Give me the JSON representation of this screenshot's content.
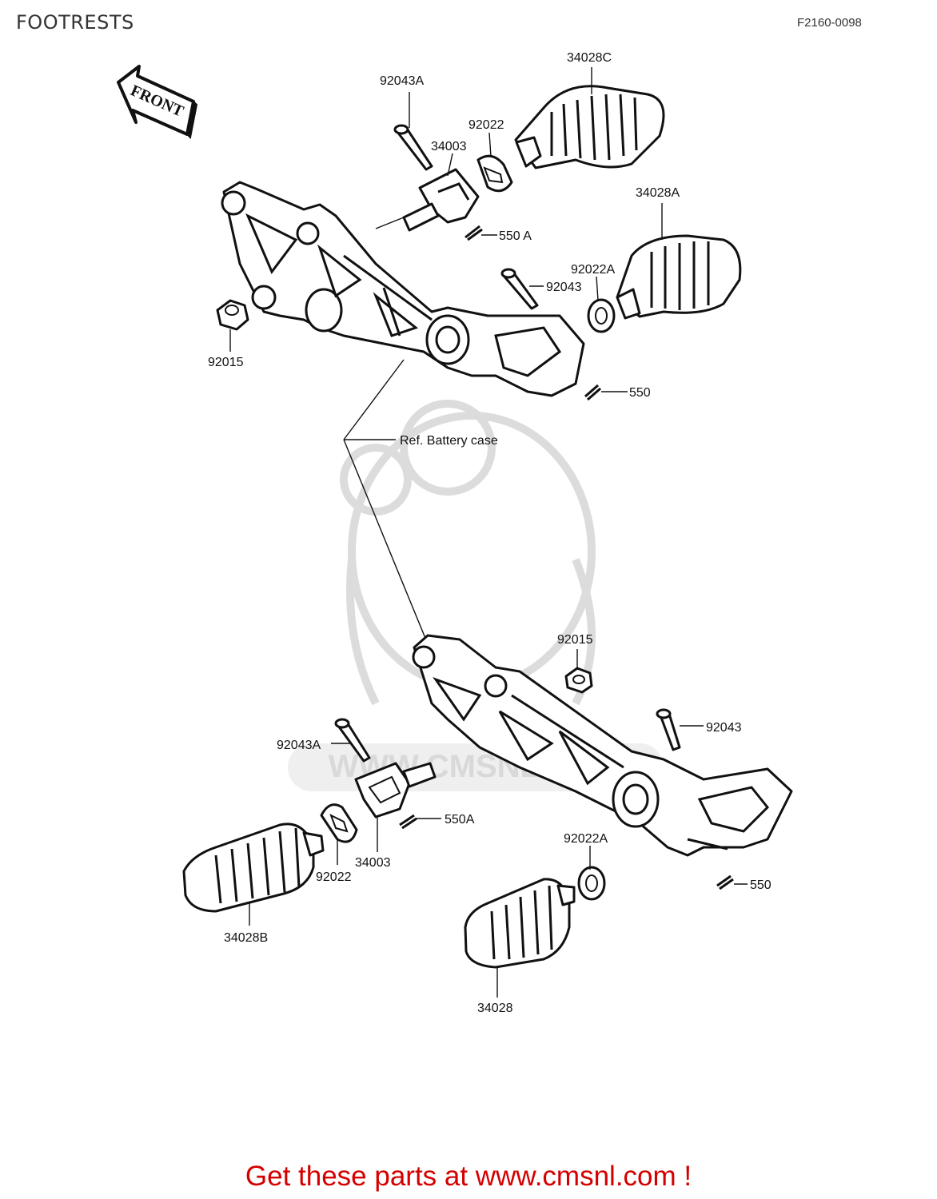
{
  "header": {
    "title": "FOOTRESTS",
    "diagram_code": "F2160-0098"
  },
  "front_arrow": {
    "label": "FRONT"
  },
  "ref_note": "Ref. Battery case",
  "callouts": {
    "top": {
      "pin_a": "92043A",
      "stay": "34003",
      "washer": "92022",
      "rubber_c": "34028C",
      "cotter_a": "550 A",
      "rubber_a": "34028A",
      "washer_a": "92022A",
      "pin": "92043",
      "nut": "92015",
      "cotter": "550"
    },
    "bottom": {
      "nut": "92015",
      "pin": "92043",
      "pin_a": "92043A",
      "cotter_a": "550A",
      "stay": "34003",
      "washer": "92022",
      "rubber_b": "34028B",
      "washer_a": "92022A",
      "cotter": "550",
      "rubber": "34028"
    }
  },
  "footer": {
    "link_text": "Get these parts at www.cmsnl.com !",
    "link_color": "#d40000"
  },
  "watermark": {
    "text": "WWW.CMSNL.COM"
  }
}
